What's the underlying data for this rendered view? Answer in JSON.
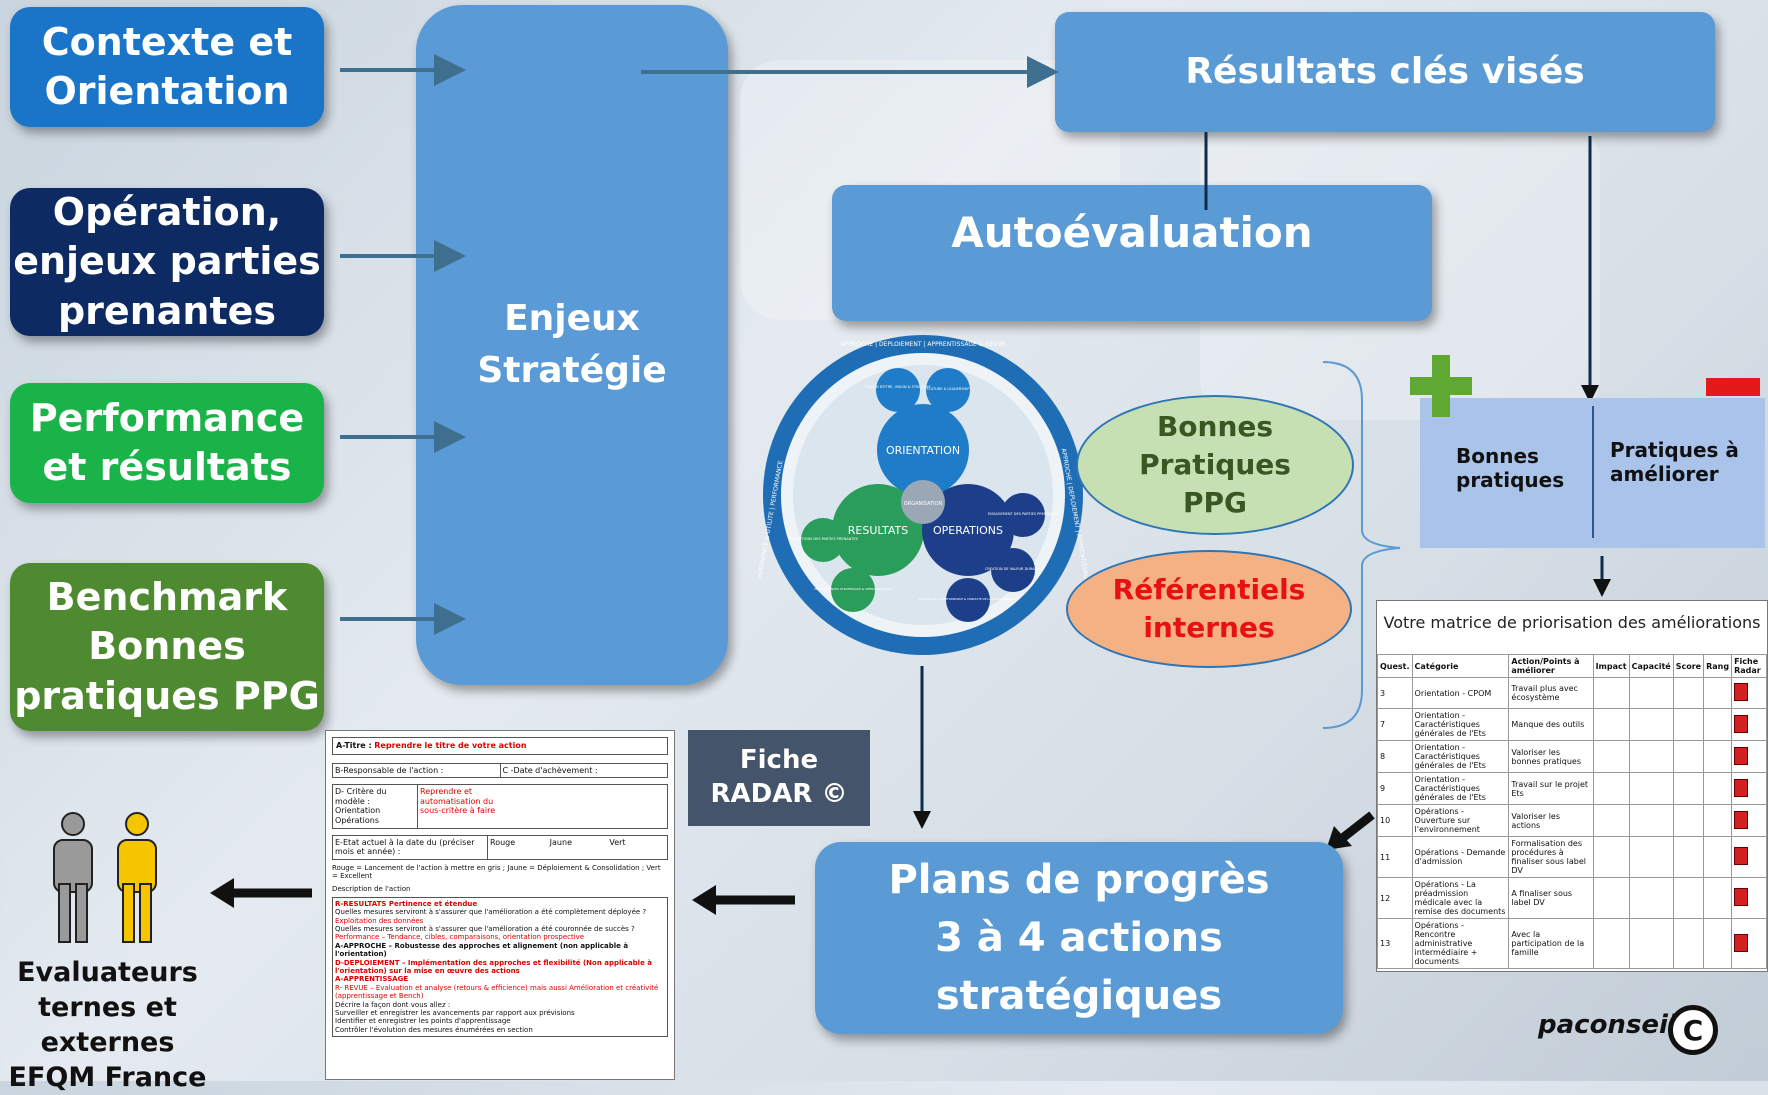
{
  "left_boxes": [
    {
      "label": "Contexte et\nOrientation",
      "color": "#1a74c8"
    },
    {
      "label": "Opération,\nenjeux parties\nprenantes",
      "color": "#0d2a63"
    },
    {
      "label": "Performance\net résultats",
      "color": "#1ab34a"
    },
    {
      "label": "Benchmark\nBonnes\npratiques PPG",
      "color": "#4e8a30"
    }
  ],
  "enjeux": {
    "label": "Enjeux\nStratégie",
    "color": "#5a9ad6"
  },
  "resultats": {
    "label": "Résultats clés visés"
  },
  "autoevaluation": {
    "label": "Autoévaluation"
  },
  "wheel": {
    "center": "ORGANISATION",
    "orientation": "ORIENTATION",
    "resultats": "RESULTATS",
    "operations": "OPERATIONS",
    "ring_top": "APPROCHE | DEPLOIEMENT | APPRENTISSAGE & REVUE",
    "ring_left": "PERTINENCE & UTILITE | PERFORMANCE",
    "ring_right": "APPROCHE | DEPLOIEMENT | APPRENTISSAGE & REVUE",
    "sub1": "RAISON D'ETRE, VISION & STRATEGIE",
    "sub2": "CULTURE & LEADERSHIP",
    "sub3": "PERCEPTIONS DES PARTIES PRENANTES",
    "sub4": "PERFORMANCES STRATEGIQUE & OPERATIONNELLE",
    "sub5": "ENGAGEMENT DES PARTIES PRENANTES",
    "sub6": "CREATION DE VALEUR DURABLE",
    "sub7": "PILOTAGE DE LA PERFORMANCE & CONDUITE DE LA TRANSFORMATION"
  },
  "oval_bonnes": {
    "label": "Bonnes\nPratiques\nPPG"
  },
  "oval_ref": {
    "label": "Référentiels\ninternes"
  },
  "bp_panel": {
    "left": "Bonnes\npratiques",
    "right": "Pratiques à\naméliorer"
  },
  "matrix": {
    "title": "Votre matrice de priorisation des améliorations",
    "headers": [
      "Quest.",
      "Catégorie",
      "Action/Points à améliorer",
      "Impact",
      "Capacité",
      "Score",
      "Rang",
      "Fiche Radar"
    ],
    "rows": [
      [
        "3",
        "Orientation - CPOM",
        "Travail plus avec écosystème"
      ],
      [
        "7",
        "Orientation - Caractéristiques générales de l'Ets",
        "Manque des outils"
      ],
      [
        "8",
        "Orientation - Caractéristiques générales de l'Ets",
        "Valoriser les bonnes pratiques"
      ],
      [
        "9",
        "Orientation - Caractéristiques générales de l'Ets",
        "Travail sur le projet Ets"
      ],
      [
        "10",
        "Opérations - Ouverture sur l'environnement",
        "Valoriser les actions"
      ],
      [
        "11",
        "Opérations - Demande d'admission",
        "Formalisation des procédures à finaliser sous label DV"
      ],
      [
        "12",
        "Opérations - La préadmission médicale avec la remise des documents",
        "A finaliser sous label DV"
      ],
      [
        "13",
        "Opérations - Rencontre administrative intermédiaire + documents",
        "Avec la participation de la famille"
      ]
    ]
  },
  "fiche": {
    "label": "Fiche\nRADAR ©"
  },
  "plans": {
    "label": "Plans de progrès\n3 à 4 actions\nstratégiques"
  },
  "evaluateurs": {
    "label": "Evaluateurs\nternes et externes\nEFQM France"
  },
  "doc": {
    "a_label": "A-Titre :",
    "a_value": "Reprendre le titre de votre action",
    "b": "B-Responsable de l'action :",
    "c": "C -Date d'achèvement :",
    "d": "D- Critère du modèle : Orientation Opérations",
    "d_value": "Reprendre et automatisation du sous-critère à faire",
    "e": "E-Etat actuel à la date du (préciser mois et année) :",
    "rouge": "Rouge",
    "jaune": "Jaune",
    "vert": "Vert",
    "legend": "Rouge = Lancement de l'action à mettre en gris ; Jaune = Déploiement & Consolidation ; Vert = Excellent",
    "desc": "Description de l'action",
    "r": "R-RESULTATS Pertinence et étendue",
    "r1": "Quelles mesures serviront à s'assurer que l'amélioration a été complètement déployée ?",
    "r1b": "Exploitation des données",
    "r2": "Quelles mesures serviront à s'assurer que l'amélioration a été couronnée de succès ?",
    "perf": "Performance – Tendance, cibles, comparaisons, orientation prospective",
    "ap": "A-APPROCHE – Robustesse des approches et alignement (non applicable à l'orientation)",
    "dp": "D-DEPLOIEMENT – Implémentation des approches et flexibilité (Non applicable à l'orientation) sur la mise en œuvre des actions",
    "app": "A-APPRENTISSAGE",
    "rev": "R- REVUE – Evaluation et analyse (retours & efficience) mais aussi Amélioration et créativité (apprentissage et Bench)",
    "decr": "Décrire la façon dont vous allez :",
    "l1": "Surveiller et enregistrer les avancements par rapport aux prévisions",
    "l2": "Identifier et enregistrer les points d'apprentissage",
    "l3": "Contrôler l'évolution des mesures énumérées en section"
  },
  "brand": {
    "label": "paconseil"
  },
  "colors": {
    "mid_blue": "#5b9bd5",
    "box_blue": "#5a9ad6",
    "bp_panel": "#a9c3ea",
    "oval_green": "#c6e0b4",
    "oval_orange": "#f4b183"
  }
}
